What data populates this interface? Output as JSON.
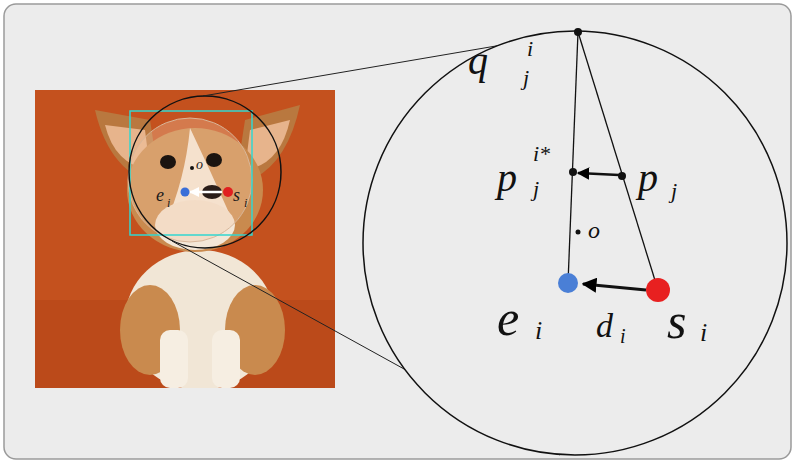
{
  "diagram": {
    "labels": [
      "q",
      "i",
      "j",
      "p",
      "i*",
      "j",
      "p",
      "j",
      "o",
      "e",
      "i",
      "d",
      "i",
      "s",
      "i",
      "o",
      "e",
      "i",
      "s",
      "i"
    ]
  }
}
